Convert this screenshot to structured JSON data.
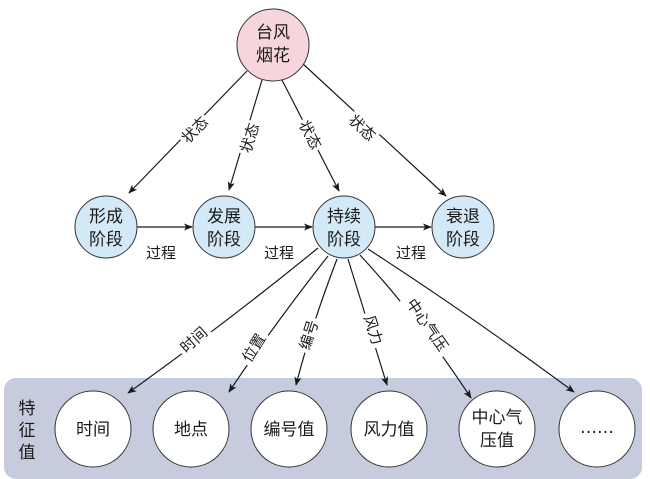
{
  "root": {
    "line1": "台风",
    "line2": "烟花",
    "color": "#f6d6dc"
  },
  "stages": [
    {
      "line1": "形成",
      "line2": "阶段"
    },
    {
      "line1": "发展",
      "line2": "阶段"
    },
    {
      "line1": "持续",
      "line2": "阶段"
    },
    {
      "line1": "衰退",
      "line2": "阶段"
    }
  ],
  "stage_color": "#d3e9f7",
  "state_label": "状态",
  "process_label": "过程",
  "feature_edges": [
    "时间",
    "位置",
    "编号",
    "风力",
    "中心气压"
  ],
  "band": {
    "label_chars": [
      "特",
      "征",
      "值"
    ],
    "color": "#c6cbdd"
  },
  "features": [
    {
      "line1": "时间",
      "line2": ""
    },
    {
      "line1": "地点",
      "line2": ""
    },
    {
      "line1": "编号值",
      "line2": ""
    },
    {
      "line1": "风力值",
      "line2": ""
    },
    {
      "line1": "中心气",
      "line2": "压值"
    },
    {
      "line1": "……",
      "line2": ""
    }
  ]
}
